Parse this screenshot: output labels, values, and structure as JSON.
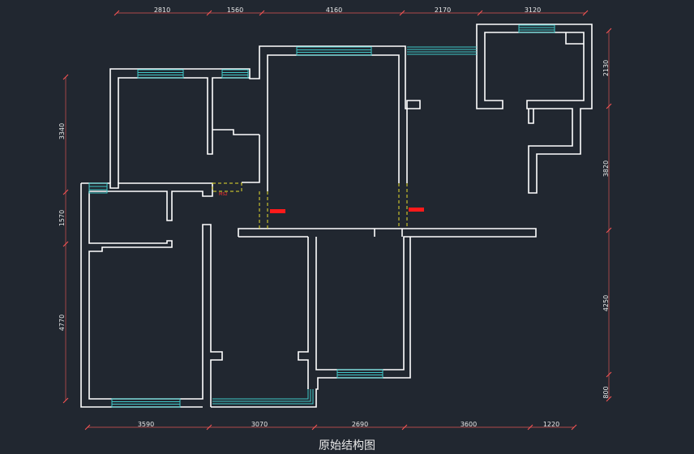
{
  "caption": "原始结构图",
  "dimensions": {
    "top": [
      "2810",
      "1560",
      "4160",
      "2170",
      "3120"
    ],
    "bottom": [
      "3590",
      "3070",
      "2690",
      "3600",
      "1220"
    ],
    "left": [
      "3340",
      "1570",
      "4770"
    ],
    "right": [
      "2130",
      "3820",
      "4250",
      "800"
    ]
  },
  "small_label": "MS2",
  "colors": {
    "background": "#212730",
    "wall": "#ffffff",
    "window": "#3fc9c9",
    "dimension": "#b04a4a",
    "door": "#e6dc2c",
    "marker": "#ff1a1a"
  }
}
